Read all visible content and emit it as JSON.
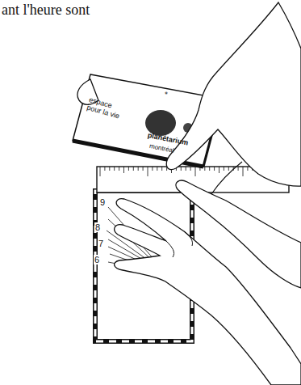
{
  "diagram": {
    "labels": [
      "ant l'heure sont",
      "espace pour la vie",
      "planétarium",
      "montréal",
      "9",
      "8",
      "7",
      "6"
    ]
  }
}
